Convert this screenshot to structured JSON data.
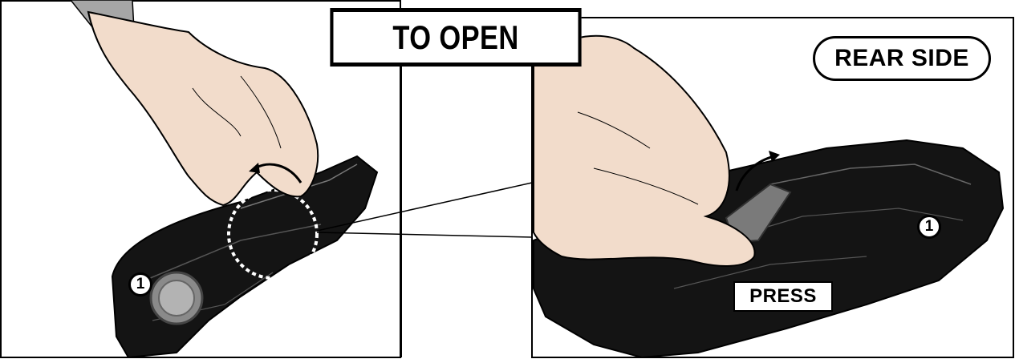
{
  "title": "TO OPEN",
  "rear_side_label": "REAR SIDE",
  "press_label": "PRESS",
  "callout_left": "1",
  "callout_right": "1"
}
